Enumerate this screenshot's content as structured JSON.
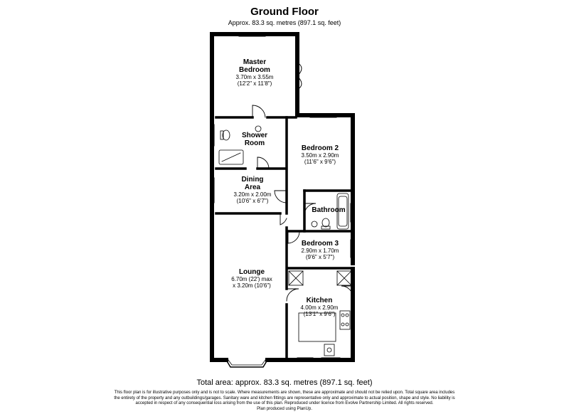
{
  "header": {
    "title": "Ground Floor",
    "subtitle": "Approx. 83.3 sq. metres (897.1 sq. feet)"
  },
  "rooms": [
    {
      "name_line1": "Master",
      "name_line2": "Bedroom",
      "dim_line1": "3.70m x 3.55m",
      "dim_line2": "(12'2\" x 11'8\")"
    },
    {
      "name_line1": "Shower",
      "name_line2": "Room"
    },
    {
      "name_line1": "Bedroom 2",
      "dim_line1": "3.50m x 2.90m",
      "dim_line2": "(11'6\" x 9'6\")"
    },
    {
      "name_line1": "Dining",
      "name_line2": "Area",
      "dim_line1": "3.20m x 2.00m",
      "dim_line2": "(10'6\" x 6'7\")"
    },
    {
      "name_line1": "Bathroom"
    },
    {
      "name_line1": "Bedroom 3",
      "dim_line1": "2.90m x 1.70m",
      "dim_line2": "(9'6\" x 5'7\")"
    },
    {
      "name_line1": "Lounge",
      "dim_line1": "6.70m (22') max",
      "dim_line2": "x 3.20m (10'6\")"
    },
    {
      "name_line1": "Kitchen",
      "dim_line1": "4.00m x 2.90m",
      "dim_line2": "(13'1\" x 9'6\")"
    }
  ],
  "footer": {
    "total": "Total area: approx. 83.3 sq. metres (897.1 sq. feet)",
    "disclaimer_line1": "This floor plan is for illustrative purposes only and is not to scale.  Where measurements are shown, these are approximate and should not be relied upon. Total square area includes",
    "disclaimer_line2": "the entirety of the property and any outbuildings/garages. Sanitary ware and kitchen fittings are representative only and approximate to actual position, shape and style.  No liability is",
    "disclaimer_line3": "accepted in respect of any consequential loss arising from the use of this plan. Reproduced under licence from Evolve Partnership Limited. All rights reserved.",
    "disclaimer_line4": "Plan produced using PlanUp."
  },
  "colors": {
    "wall": "#000000",
    "window": "#000000",
    "background": "#ffffff"
  }
}
